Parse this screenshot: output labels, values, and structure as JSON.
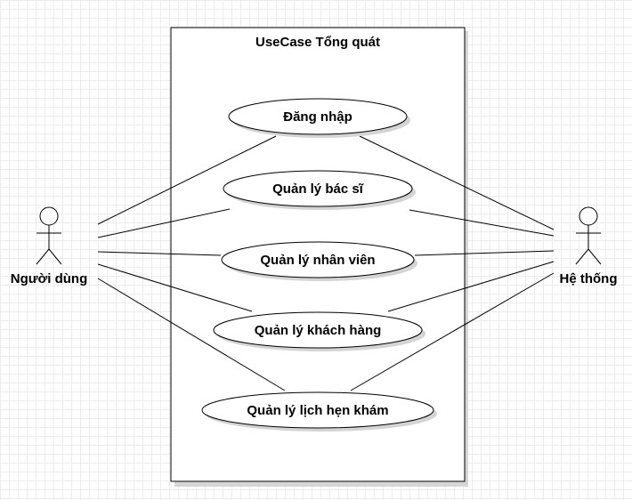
{
  "system": {
    "title": "UseCase Tổng quát"
  },
  "actors": [
    {
      "id": "user",
      "label": "Người dùng"
    },
    {
      "id": "system-actor",
      "label": "Hệ thống"
    }
  ],
  "use_cases": [
    {
      "id": "login",
      "label": "Đăng nhập"
    },
    {
      "id": "doctors",
      "label": "Quản lý bác sĩ"
    },
    {
      "id": "staff",
      "label": "Quản lý nhân viên"
    },
    {
      "id": "customers",
      "label": "Quản lý khách hàng"
    },
    {
      "id": "appointments",
      "label": "Quản lý lịch hẹn khám"
    }
  ],
  "associations": [
    {
      "actor": "user",
      "use_case": "login"
    },
    {
      "actor": "user",
      "use_case": "doctors"
    },
    {
      "actor": "user",
      "use_case": "staff"
    },
    {
      "actor": "user",
      "use_case": "customers"
    },
    {
      "actor": "user",
      "use_case": "appointments"
    },
    {
      "actor": "system-actor",
      "use_case": "login"
    },
    {
      "actor": "system-actor",
      "use_case": "doctors"
    },
    {
      "actor": "system-actor",
      "use_case": "staff"
    },
    {
      "actor": "system-actor",
      "use_case": "customers"
    },
    {
      "actor": "system-actor",
      "use_case": "appointments"
    }
  ]
}
